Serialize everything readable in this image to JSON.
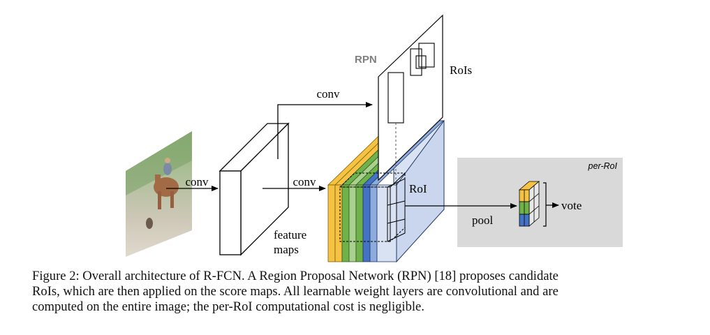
{
  "figure": {
    "labels": {
      "conv_input": "conv",
      "conv_rpn": "conv",
      "conv_score": "conv",
      "feature_maps_line1": "feature",
      "feature_maps_line2": "maps",
      "rpn": "RPN",
      "rois": "RoIs",
      "roi": "RoI",
      "pool": "pool",
      "vote": "vote",
      "per_roi": "per-RoI"
    },
    "colors": {
      "yellow": "#f5c243",
      "green_dark": "#6fb24a",
      "green_light": "#a9d18e",
      "blue": "#4472c4",
      "blue_light": "#d9e2f3",
      "gray_panel": "#d9d9d9"
    }
  },
  "caption": {
    "line1": "Figure 2: Overall architecture of R-FCN. A Region Proposal Network (RPN) [18] proposes candidate",
    "line2": "RoIs, which are then applied on the score maps. All learnable weight layers are convolutional and are",
    "line3": "computed on the entire image; the per-RoI computational cost is negligible."
  }
}
